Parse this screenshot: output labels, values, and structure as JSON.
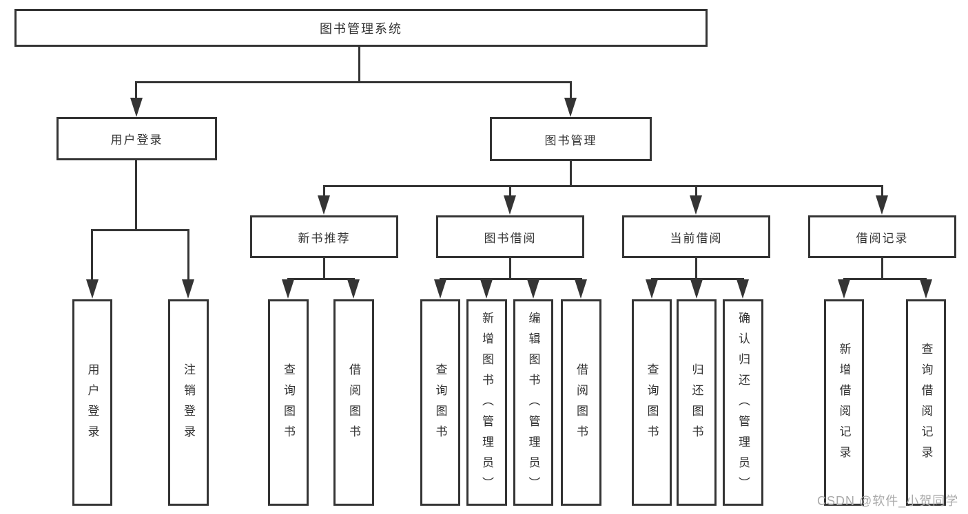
{
  "tree": {
    "label": "图书管理系统",
    "children": [
      {
        "label": "用户登录",
        "children": [
          {
            "label": "用户登录"
          },
          {
            "label": "注销登录"
          }
        ]
      },
      {
        "label": "图书管理",
        "children": [
          {
            "label": "新书推荐",
            "children": [
              {
                "label": "查询图书"
              },
              {
                "label": "借阅图书"
              }
            ]
          },
          {
            "label": "图书借阅",
            "children": [
              {
                "label": "查询图书"
              },
              {
                "label": "新增图书（管理员）"
              },
              {
                "label": "编辑图书（管理员）"
              },
              {
                "label": "借阅图书"
              }
            ]
          },
          {
            "label": "当前借阅",
            "children": [
              {
                "label": "查询图书"
              },
              {
                "label": "归还图书"
              },
              {
                "label": "确认归还（管理员）"
              }
            ]
          },
          {
            "label": "借阅记录",
            "children": [
              {
                "label": "新增借阅记录"
              },
              {
                "label": "查询借阅记录"
              }
            ]
          }
        ]
      }
    ]
  },
  "watermark": {
    "text": "CSDN @软件_小贺同学"
  },
  "colors": {
    "line": "#343434",
    "text": "#333333",
    "watermark": "#aaaaaa",
    "background": "#ffffff"
  }
}
